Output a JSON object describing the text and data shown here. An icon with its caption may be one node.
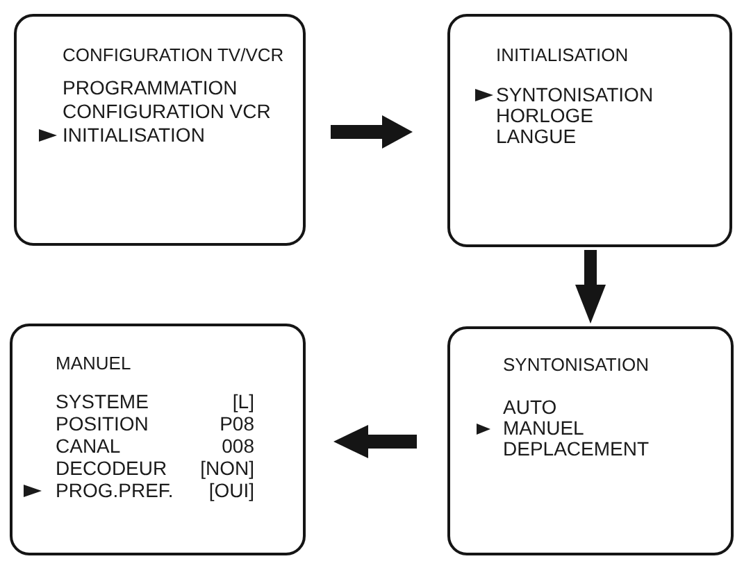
{
  "diagram": {
    "nodes": [
      {
        "text": [
          "CONFIGURATION TV/VCR",
          "PROGRAMMATION",
          "CONFIGURATION VCR",
          "INITIALISATION"
        ]
      },
      {
        "text": [
          "INITIALISATION",
          "SYNTONISATION",
          "HORLOGE",
          "LANGUE"
        ]
      },
      {
        "text": [
          "MANUEL",
          "SYSTEME",
          "[L]",
          "POSITION",
          "P08",
          "CANAL",
          "008",
          "DECODEUR",
          "[NON]",
          "PROG.PREF.",
          "[OUI]"
        ]
      },
      {
        "text": [
          "SYNTONISATION",
          "AUTO",
          "MANUEL",
          "DEPLACEMENT"
        ]
      }
    ],
    "edges": [
      {
        "from": 0,
        "to": 1,
        "arrow": "to"
      },
      {
        "from": 1,
        "to": 3,
        "arrow": "to"
      },
      {
        "from": 3,
        "to": 2,
        "arrow": "to"
      }
    ]
  }
}
